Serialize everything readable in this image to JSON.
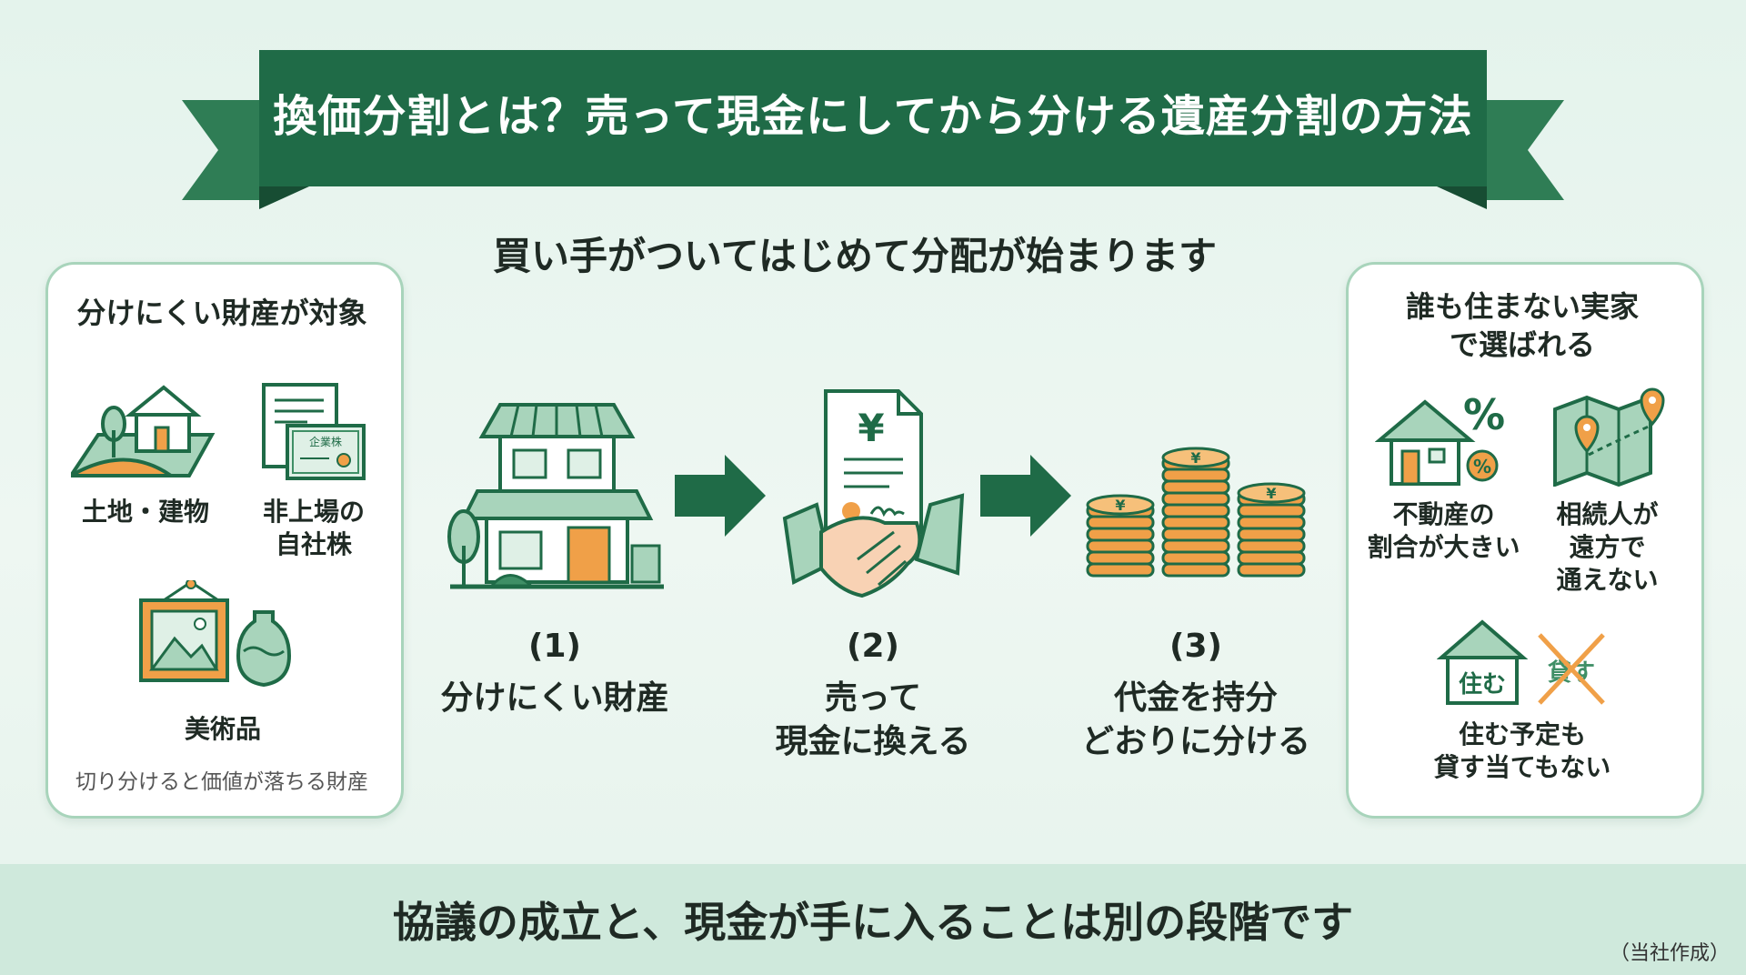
{
  "title": "換価分割とは？売って現金にしてから分ける遺産分割の方法",
  "subtitle": "買い手がついてはじめて分配が始まります",
  "left_card": {
    "heading": "分けにくい財産が対象",
    "items": [
      {
        "label_line1": "土地・建物",
        "label_line2": ""
      },
      {
        "label_line1": "非上場の",
        "label_line2": "自社株"
      },
      {
        "label_line1": "美術品",
        "label_line2": ""
      }
    ],
    "certificate_text": "企業株",
    "note": "切り分けると価値が落ちる財産"
  },
  "steps": [
    {
      "number": "(1)",
      "line1": "分けにくい財産",
      "line2": ""
    },
    {
      "number": "(2)",
      "line1": "売って",
      "line2": "現金に換える"
    },
    {
      "number": "(3)",
      "line1": "代金を持分",
      "line2": "どおりに分ける"
    }
  ],
  "currency_symbol": "¥",
  "right_card": {
    "heading_line1": "誰も住まない実家",
    "heading_line2": "で選ばれる",
    "items": [
      {
        "lines": [
          "不動産の",
          "割合が大きい"
        ]
      },
      {
        "lines": [
          "相続人が",
          "遠方で",
          "通えない"
        ]
      },
      {
        "lines": [
          "住む予定も",
          "貸す当てもない"
        ]
      }
    ],
    "percent_symbol": "%",
    "live_text": "住む",
    "lend_text": "貸す"
  },
  "footer": "協議の成立と、現金が手に入ることは別の段階です",
  "credit": "（当社作成）",
  "colors": {
    "dark_green": "#1f6b47",
    "mid_green": "#3f8f66",
    "light_green": "#a8d4bb",
    "pale_green": "#dff0e6",
    "orange": "#f0a048"
  }
}
